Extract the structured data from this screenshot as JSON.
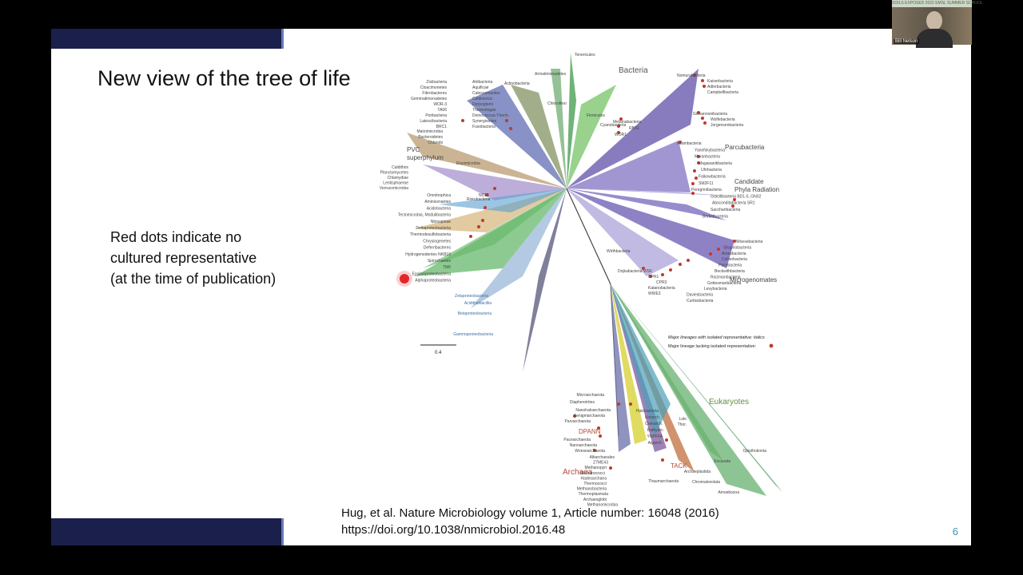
{
  "slide": {
    "title": "New view of the tree of life",
    "note_lines": [
      "Red dots indicate no",
      "cultured representative",
      "(at the time of publication)"
    ],
    "citation_line1": "Hug, et al. Nature Microbiology volume 1, Article number: 16048 (2016)",
    "citation_line2": "https://doi.org/10.1038/nmicrobiol.2016.48",
    "page_number": "6"
  },
  "tree": {
    "domains": {
      "bacteria": "Bacteria",
      "archaea": "Archaea",
      "eukaryotes": "Eukaryotes"
    },
    "groups": {
      "cpr": "Candidate\nPhyla Radiation",
      "parcubacteria": "Parcubacteria",
      "microgenomates": "Microgenomates",
      "pvc": "PVC\nsuperphylum",
      "dpann": "DPANN",
      "tack": "TACK"
    },
    "legend_line1": "Major lineages with isolated representative: italics",
    "legend_line2": "Major lineage lacking isolated representative:",
    "scale_label": "0.4",
    "taxa_left": [
      "Zixibacteria",
      "Cloacimonetes",
      "Fibrobacteres",
      "Gemmatimonadetes",
      "WOR-3",
      "TA06",
      "Poribacteria",
      "Latescibacteria",
      "BRC1",
      "Marinimicrobia",
      "Bacteroidetes",
      "Chlorobi",
      "Caldithrix",
      "Planctomycetes",
      "Chlamydiae",
      "Lentisphaerae",
      "Verrucomicrobia",
      "Omnitrophica",
      "Aminicenantes",
      "Acidobacteria",
      "Tectomicrobia, Modulibacteria",
      "Nitrospinae",
      "Deltaproteobacteria",
      "Thermodesulfobacteria",
      "Chrysiogenetes",
      "Deferribacteres",
      "Hydrogenedentes NKB19",
      "Spirochaetes",
      "TM6",
      "Epsilonproteobacteria",
      "Alphaproteobacteria"
    ],
    "taxa_top": [
      "Atribacteria",
      "Aquificae",
      "Calescamantes",
      "Caldiserica",
      "Dictyoglomi",
      "Thermotogae",
      "Deinococcus-Therm.",
      "Synergistetes",
      "Fusobacteria",
      "Actinobacteria",
      "Armatimonadetes",
      "Chloroflexi",
      "Firmicutes",
      "Cyanobacteria",
      "Tenericutes",
      "Elusimicrobia",
      "Rokubacteria",
      "NC10"
    ],
    "taxa_right": [
      "Nomurabacteria",
      "Kaiserbacteria",
      "Adlerbacteria",
      "Campbellbacteria",
      "Giovannonibacteria",
      "Wolfebacteria",
      "Jorgensenbacteria",
      "Azambacteria",
      "Yanofskybacteria",
      "Moranbacteria",
      "Magasanikbacteria",
      "Uhrbacteria",
      "Falkowbacteria",
      "SM2F11",
      "Peregrinibacteria",
      "Gracilibacteria BD1-5, GN02",
      "Absconditabacteria SR1",
      "Saccharibacteria",
      "Berkelbacteria",
      "Melainabacteria",
      "RBX1",
      "WOR1",
      "Woesebacteria",
      "Shapirobacteria",
      "Amesbacteria",
      "Collierbacteria",
      "Pacebacteria",
      "Beckwithbacteria",
      "Roizmanbacteria",
      "Gottesmanbacteria",
      "Levybacteria",
      "Daviesbacteria",
      "Curtissbacteria",
      "Wirthbacteria",
      "Dojkabacteria WS6",
      "CPR1",
      "CPR3",
      "Katanobacteria",
      "WWE3"
    ],
    "taxa_mid": [
      "Betaproteobacteria",
      "Acidithiobacillia",
      "Gammaproteobacteria",
      "Zetaproteobacteria"
    ],
    "taxa_bottom": [
      "Microarchaeota",
      "Diapherotrites",
      "Nanohaloarchaeota",
      "Aenigmarchaeota",
      "Parvarchaeota",
      "Pacearchaeota",
      "Nanoarchaeota",
      "Woesearchaeota",
      "Altiarchaeales",
      "Z7ME43",
      "Methanopyri",
      "Methanococci",
      "Hadesarchaea",
      "Thermococci",
      "Methanobacteria",
      "Thermoplasmata",
      "Archaeoglobi",
      "Methanomicrobia",
      "Halobacteria",
      "Korarch.",
      "Crenarch.",
      "Bathyarc.",
      "YNPFFA",
      "Aigarch.",
      "Thaumarchaeota",
      "Loki.",
      "Thor.",
      "Opisthokonta",
      "Excavata",
      "Archaeplastida",
      "Chromalveolata",
      "Amoebozoa"
    ]
  },
  "webcam": {
    "banner": "SOILS EXPOSED 2022 EMSL SUMMER SCHOOL",
    "name": "Bill Nelson"
  }
}
